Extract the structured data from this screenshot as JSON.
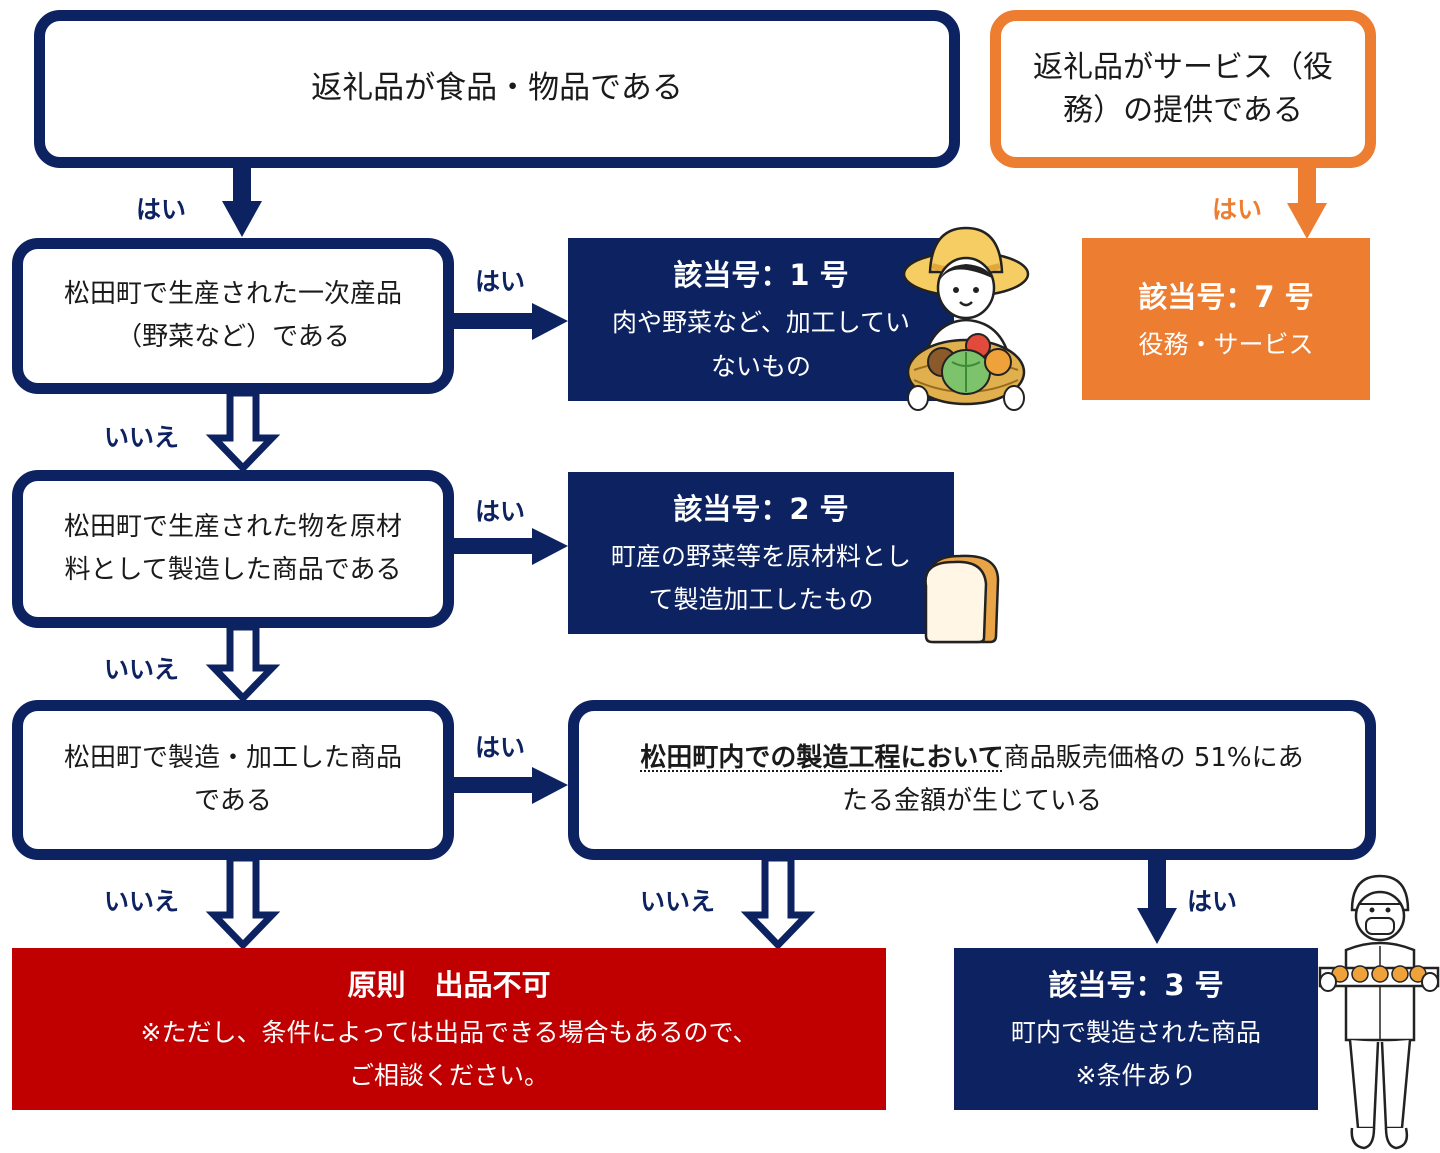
{
  "colors": {
    "navy": "#0d2260",
    "orange": "#ed7d31",
    "red": "#c00000"
  },
  "top": {
    "goods": "返礼品が食品・物品である",
    "service_line1": "返礼品がサービス（役",
    "service_line2": "務）の提供である"
  },
  "questions": {
    "q1_line1": "松田町で生産された一次産品",
    "q1_line2": "（野菜など）である",
    "q2_line1": "松田町で生産された物を原材",
    "q2_line2": "料として製造した商品である",
    "q3_line1": "松田町で製造・加工した商品",
    "q3_line2": "である",
    "q4_emph": "松田町内での製造工程において",
    "q4_rest": "商品販売価格の 51%にあ",
    "q4_line2": "たる金額が生じている"
  },
  "results": {
    "r1_title": "該当号：1 号",
    "r1_line1": "肉や野菜など、加工してい",
    "r1_line2": "ないもの",
    "r2_title": "該当号：2 号",
    "r2_line1": "町産の野菜等を原材料とし",
    "r2_line2": "て製造加工したもの",
    "r3_title": "該当号：3 号",
    "r3_line1": "町内で製造された商品",
    "r3_line2": "※条件あり",
    "r7_title": "該当号：7 号",
    "r7_line1": "役務・サービス",
    "ng_title": "原則　出品不可",
    "ng_line1": "※ただし、条件によっては出品できる場合もあるので、",
    "ng_line2": "ご相談ください。"
  },
  "labels": {
    "yes": "はい",
    "no": "いいえ"
  },
  "icons": [
    "farmer-icon",
    "bread-icon",
    "factory-worker-icon"
  ]
}
